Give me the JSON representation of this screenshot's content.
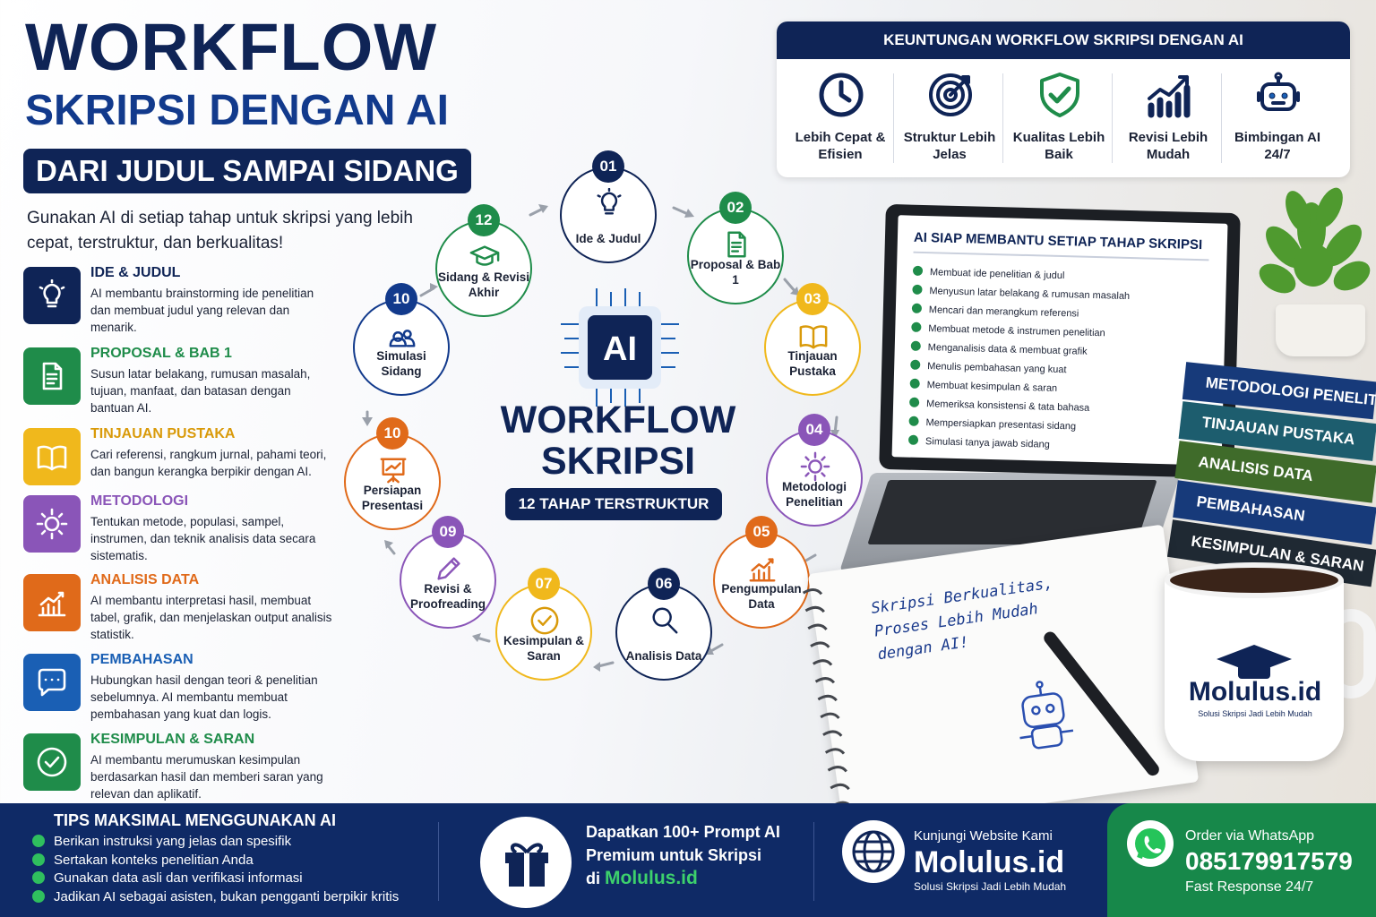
{
  "header": {
    "title_line1": "WORKFLOW",
    "title_line2": "SKRIPSI DENGAN AI",
    "subtitle": "DARI JUDUL SAMPAI SIDANG",
    "intro": "Gunakan AI di setiap tahap untuk skripsi yang lebih cepat, terstruktur, dan berkualitas!"
  },
  "colors": {
    "navy": "#0f2456",
    "blue": "#123a8c",
    "green": "#1f8c4a",
    "yellow": "#f0b81c",
    "purple": "#8a55b8",
    "orange": "#e06a1a",
    "footer": "#0f2a66",
    "whatsapp": "#17884a"
  },
  "steps": [
    {
      "title": "IDE & JUDUL",
      "desc": "AI membantu brainstorming ide penelitian dan membuat judul yang relevan dan menarik.",
      "icon": "lightbulb-icon",
      "color": "#0f2456"
    },
    {
      "title": "PROPOSAL & BAB 1",
      "desc": "Susun latar belakang, rumusan masalah, tujuan, manfaat, dan batasan dengan bantuan AI.",
      "icon": "document-icon",
      "color": "#1f8c4a"
    },
    {
      "title": "TINJAUAN PUSTAKA",
      "desc": "Cari referensi, rangkum jurnal, pahami teori, dan bangun kerangka berpikir dengan AI.",
      "icon": "book-icon",
      "color": "#f0b81c"
    },
    {
      "title": "METODOLOGI",
      "desc": "Tentukan metode, populasi, sampel, instrumen, dan teknik analisis data secara sistematis.",
      "icon": "gear-icon",
      "color": "#8a55b8"
    },
    {
      "title": "ANALISIS DATA",
      "desc": "AI membantu interpretasi hasil, membuat tabel, grafik, dan menjelaskan output analisis statistik.",
      "icon": "chart-icon",
      "color": "#e06a1a"
    },
    {
      "title": "PEMBAHASAN",
      "desc": "Hubungkan hasil dengan teori & penelitian sebelumnya. AI membantu membuat pembahasan yang kuat dan logis.",
      "icon": "chat-icon",
      "color": "#1a5fb4"
    },
    {
      "title": "KESIMPULAN & SARAN",
      "desc": "AI membantu merumuskan kesimpulan berdasarkan hasil dan memberi saran yang relevan dan aplikatif.",
      "icon": "check-circle-icon",
      "color": "#1f8c4a"
    }
  ],
  "cycle": {
    "center_badge": "AI",
    "center_title": "WORKFLOW SKRIPSI",
    "center_pill": "12 TAHAP TERSTRUKTUR",
    "nodes": [
      {
        "num": "01",
        "label": "Ide & Judul",
        "color": "#0f2456",
        "icon": "lightbulb-icon"
      },
      {
        "num": "02",
        "label": "Proposal & Bab 1",
        "color": "#1f8c4a",
        "icon": "document-icon"
      },
      {
        "num": "03",
        "label": "Tinjauan Pustaka",
        "color": "#f0b81c",
        "icon": "book-icon"
      },
      {
        "num": "04",
        "label": "Metodologi Penelitian",
        "color": "#8a55b8",
        "icon": "gear-icon"
      },
      {
        "num": "05",
        "label": "Pengumpulan Data",
        "color": "#e06a1a",
        "icon": "chart-icon"
      },
      {
        "num": "06",
        "label": "Analisis Data",
        "color": "#0f2456",
        "icon": "magnifier-icon"
      },
      {
        "num": "07",
        "label": "Kesimpulan & Saran",
        "color": "#f0b81c",
        "icon": "check-circle-icon"
      },
      {
        "num": "09",
        "label": "Revisi & Proofreading",
        "color": "#8a55b8",
        "icon": "pencil-icon"
      },
      {
        "num": "10",
        "label": "Persiapan Presentasi",
        "color": "#e06a1a",
        "icon": "presentation-icon"
      },
      {
        "num": "10",
        "label": "Simulasi Sidang",
        "color": "#123a8c",
        "icon": "users-icon"
      },
      {
        "num": "12",
        "label": "Sidang & Revisi Akhir",
        "color": "#1f8c4a",
        "icon": "graduation-cap-icon"
      }
    ]
  },
  "benefits": {
    "header": "KEUNTUNGAN WORKFLOW SKRIPSI DENGAN AI",
    "items": [
      {
        "label": "Lebih Cepat & Efisien",
        "icon": "clock-icon"
      },
      {
        "label": "Struktur Lebih Jelas",
        "icon": "target-icon"
      },
      {
        "label": "Kualitas Lebih Baik",
        "icon": "shield-check-icon"
      },
      {
        "label": "Revisi Lebih Mudah",
        "icon": "growth-chart-icon"
      },
      {
        "label": "Bimbingan AI 24/7",
        "icon": "robot-icon"
      }
    ]
  },
  "laptop": {
    "header": "AI SIAP MEMBANTU SETIAP TAHAP SKRIPSI",
    "items": [
      "Membuat ide penelitian & judul",
      "Menyusun latar belakang & rumusan masalah",
      "Mencari dan merangkum referensi",
      "Membuat metode & instrumen penelitian",
      "Menganalisis data & membuat grafik",
      "Menulis pembahasan yang kuat",
      "Membuat kesimpulan & saran",
      "Memeriksa konsistensi & tata bahasa",
      "Mempersiapkan presentasi sidang",
      "Simulasi tanya jawab sidang"
    ]
  },
  "books": [
    {
      "label": "METODOLOGI PENELITIAN",
      "color": "#173a7a"
    },
    {
      "label": "TINJAUAN PUSTAKA",
      "color": "#1d5d6e"
    },
    {
      "label": "ANALISIS DATA",
      "color": "#3f6b2a"
    },
    {
      "label": "PEMBAHASAN",
      "color": "#173a7a"
    },
    {
      "label": "KESIMPULAN & SARAN",
      "color": "#1f2933"
    }
  ],
  "notebook": {
    "text": "Skripsi Berkualitas, Proses Lebih Mudah dengan AI!"
  },
  "mug": {
    "brand": "Molulus.id",
    "tagline": "Solusi Skripsi Jadi Lebih Mudah"
  },
  "footer": {
    "tips_title": "TIPS MAKSIMAL MENGGUNAKAN AI",
    "tips": [
      "Berikan instruksi yang jelas dan spesifik",
      "Sertakan konteks penelitian Anda",
      "Gunakan data asli dan verifikasi informasi",
      "Jadikan AI sebagai asisten, bukan pengganti berpikir kritis"
    ],
    "promo_line1": "Dapatkan 100+ Prompt AI",
    "promo_line2": "Premium untuk Skripsi",
    "promo_prefix": "di",
    "promo_brand": "Molulus.id",
    "website_label": "Kunjungi Website Kami",
    "website_name": "Molulus.id",
    "website_tagline": "Solusi Skripsi Jadi Lebih Mudah",
    "wa_label": "Order via WhatsApp",
    "wa_number": "085179917579",
    "wa_note": "Fast Response 24/7"
  }
}
